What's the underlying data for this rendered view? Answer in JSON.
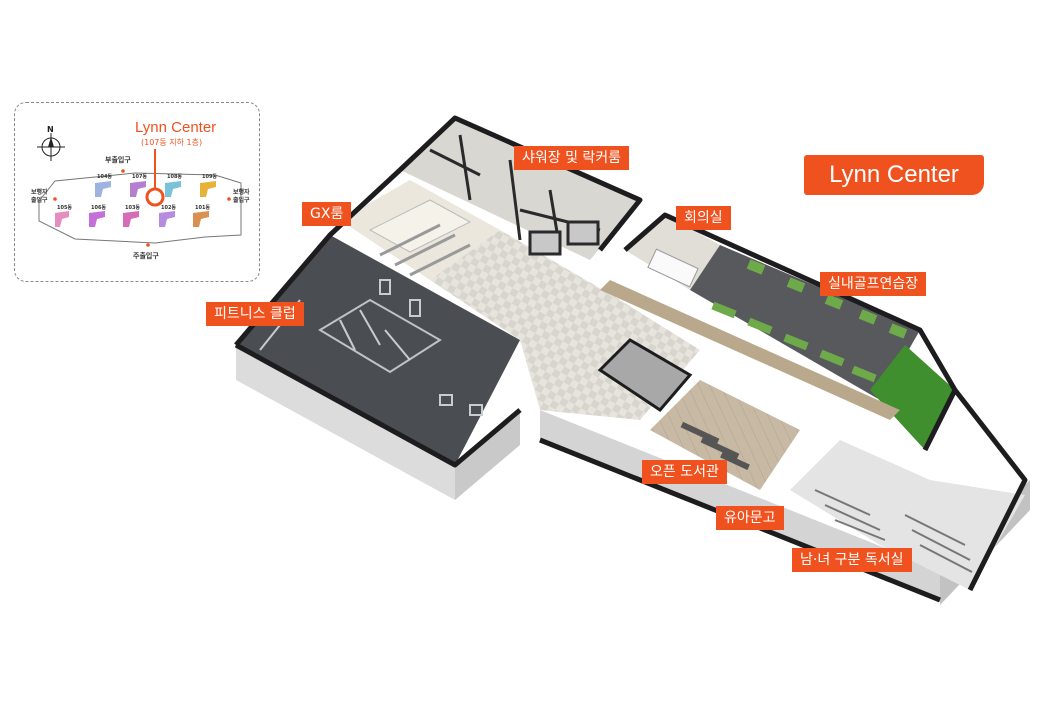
{
  "brand": "Lynn Center",
  "inset": {
    "title": "Lynn Center",
    "subtitle": "(107동 지하 1층)",
    "compass": "N",
    "entrances": {
      "top": "부출입구",
      "bottom": "주출입구",
      "left": "보행자\n출입구",
      "right": "보행자\n출입구"
    },
    "buildings": [
      "104동",
      "107동",
      "108동",
      "109동",
      "105동",
      "106동",
      "103동",
      "102동",
      "101동"
    ]
  },
  "areas": {
    "shower_locker": "샤워장 및 락커룸",
    "gx_room": "GX룸",
    "fitness": "피트니스 클럽",
    "meeting": "회의실",
    "golf": "실내골프연습장",
    "library": "오픈 도서관",
    "kids": "유아문고",
    "study": "남·녀 구분 독서실"
  },
  "colors": {
    "accent": "#f0521f",
    "floor_dark": "#4a4d52",
    "floor_light": "#d9d6cf",
    "wall": "#1d1d1f",
    "turf": "#3f8f2f"
  }
}
